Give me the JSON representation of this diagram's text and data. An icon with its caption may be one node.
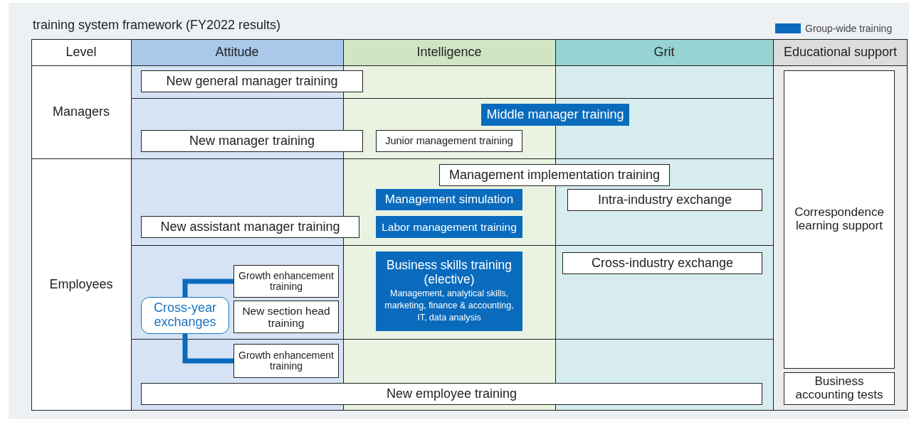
{
  "diagram": {
    "title": "training system framework (FY2022 results)",
    "nodes": [
      {
        "text": [
          "New general manager training"
        ]
      },
      {
        "text": [
          "Middle manager training"
        ]
      },
      {
        "text": [
          "New manager training"
        ]
      },
      {
        "text": [
          "Junior management training"
        ]
      },
      {
        "text": [
          "Management implementation training"
        ]
      },
      {
        "text": [
          "Management simulation"
        ]
      },
      {
        "text": [
          "Intra-industry exchange"
        ]
      },
      {
        "text": [
          "New assistant manager training"
        ]
      },
      {
        "text": [
          "Labor management training"
        ]
      },
      {
        "text": [
          "Growth enhancement training"
        ]
      },
      {
        "text": [
          "Business skills training (elective)",
          "Management, analytical skills, marketing, finance & accounting, IT, data analysis"
        ]
      },
      {
        "text": [
          "Cross-industry exchange"
        ]
      },
      {
        "text": [
          "Cross-year exchanges"
        ]
      },
      {
        "text": [
          "New section head training"
        ]
      },
      {
        "text": [
          "Growth enhancement training"
        ]
      },
      {
        "text": [
          "New employee training"
        ]
      },
      {
        "text": [
          "Correspondence learning support"
        ]
      },
      {
        "text": [
          "Business accounting tests"
        ]
      }
    ],
    "edges": [
      {
        "from": 12,
        "to": 9,
        "arrow": "none"
      },
      {
        "from": 12,
        "to": 14,
        "arrow": "none"
      }
    ],
    "labels": [
      "Level",
      "Attitude",
      "Intelligence",
      "Grit",
      "Educational support",
      "Managers",
      "Employees"
    ],
    "legend": [
      {
        "text": "Group-wide training",
        "color": "#0a6bbd"
      }
    ]
  }
}
